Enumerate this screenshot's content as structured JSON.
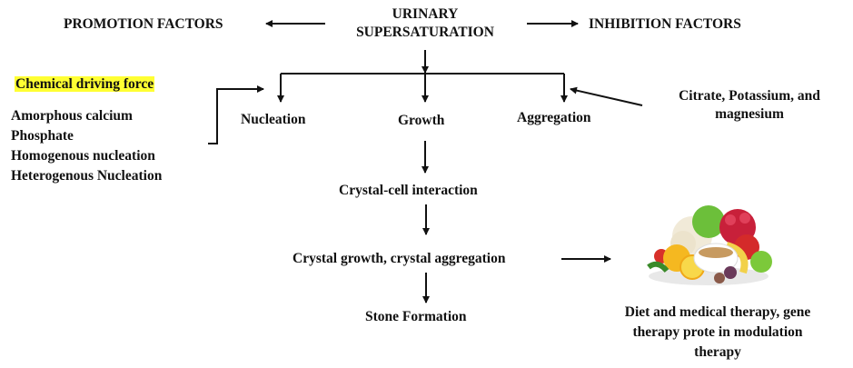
{
  "header": {
    "center_line1": "URINARY",
    "center_line2": "SUPERSATURATION",
    "left": "PROMOTION FACTORS",
    "right": "INHIBITION FACTORS"
  },
  "promoters": {
    "title": "Chemical driving force",
    "highlight_color": "#ffff33",
    "items": [
      "Amorphous calcium",
      "Phosphate",
      "Homogenous nucleation",
      "Heterogenous Nucleation"
    ]
  },
  "stages": {
    "nucleation": "Nucleation",
    "growth": "Growth",
    "aggregation": "Aggregation"
  },
  "inhibitors": {
    "line1": "Citrate, Potassium, and",
    "line2": "magnesium"
  },
  "flow": {
    "step1": "Crystal-cell interaction",
    "step2": "Crystal growth, crystal aggregation",
    "step3": "Stone Formation"
  },
  "therapy": {
    "image_icon": "food-fruits-vegetables-image",
    "line1": "Diet and medical therapy, gene",
    "line2": "therapy prote in modulation",
    "line3": "therapy"
  }
}
